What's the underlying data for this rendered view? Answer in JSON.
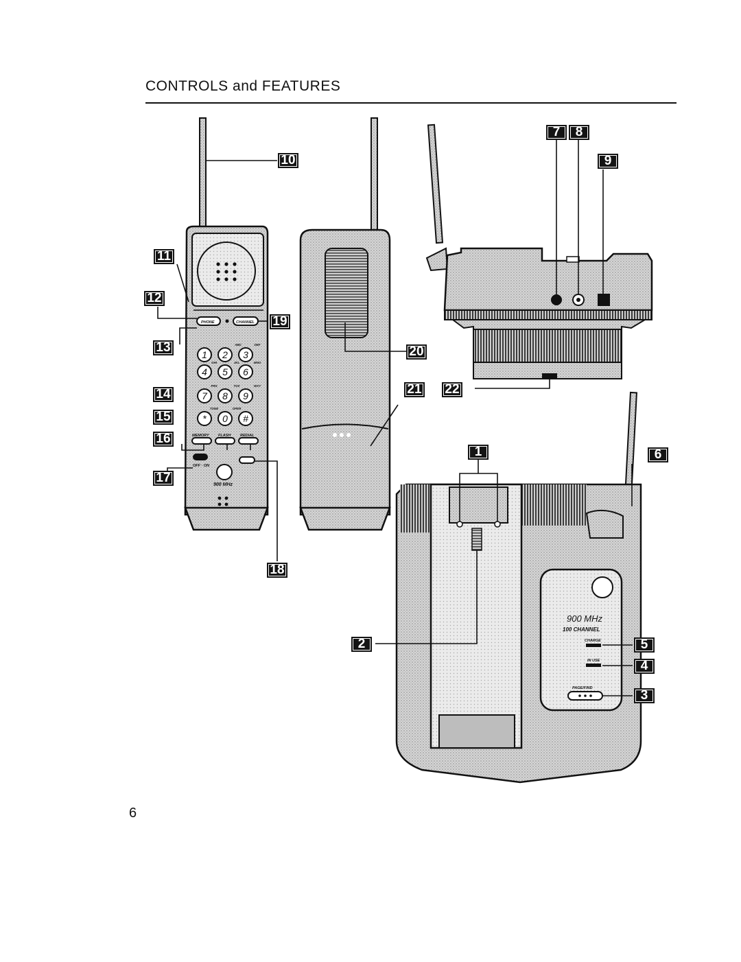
{
  "header": {
    "title": "CONTROLS and FEATURES"
  },
  "page_number": "6",
  "callouts": [
    "1",
    "2",
    "3",
    "4",
    "5",
    "6",
    "7",
    "8",
    "9",
    "10",
    "11",
    "12",
    "13",
    "14",
    "15",
    "16",
    "17",
    "18",
    "19",
    "20",
    "21",
    "22"
  ],
  "handset_keys": {
    "phone": "PHONE",
    "channel": "CHANNEL",
    "digits": [
      "1",
      "2",
      "3",
      "4",
      "5",
      "6",
      "7",
      "8",
      "9",
      "*",
      "0",
      "#"
    ],
    "letters": [
      "ABC",
      "DEF",
      "GHI",
      "JKL",
      "MNO",
      "PRS",
      "TUV",
      "WXY",
      "TONE",
      "OPER"
    ],
    "memory": "MEMORY",
    "flash": "FLASH",
    "redial": "REDIAL",
    "off_on": "OFF · ON",
    "handset_brand": "900 MHz"
  },
  "base_labels": {
    "brand_band": "900 MHz",
    "channel_count": "100 CHANNEL",
    "charge": "CHARGE",
    "in_use": "IN USE",
    "page_find": "PAGE/FIND"
  }
}
